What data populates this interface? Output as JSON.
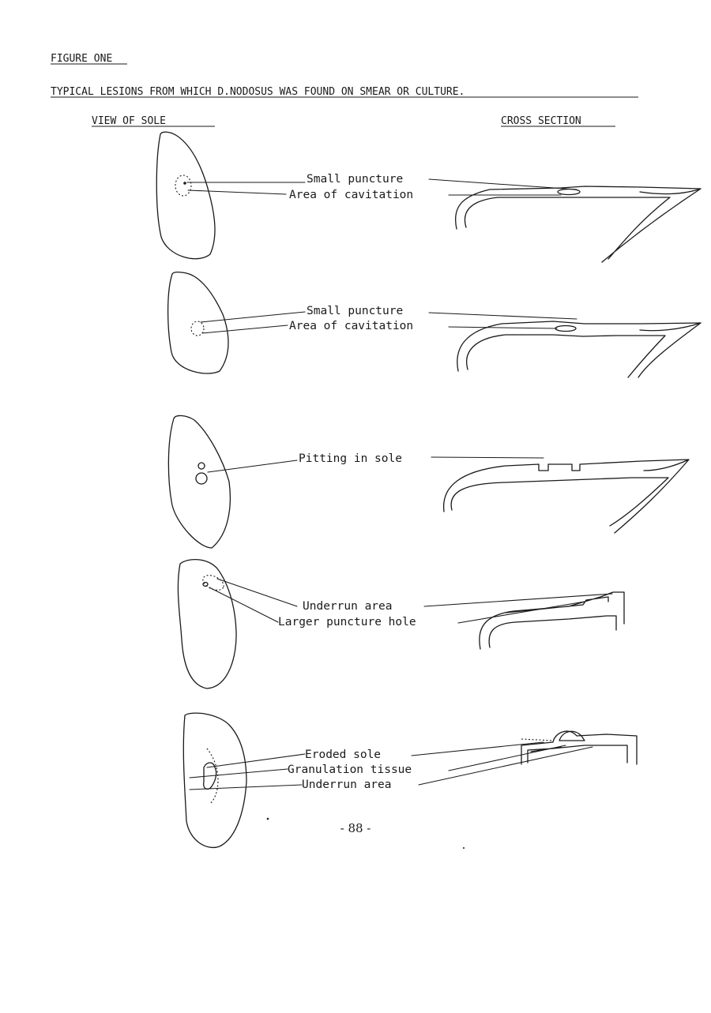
{
  "header": {
    "figure_label": "FIGURE ONE",
    "caption": "TYPICAL LESIONS FROM WHICH D.NODOSUS WAS FOUND ON SMEAR OR CULTURE.",
    "col_left": "VIEW OF SOLE",
    "col_right": "CROSS SECTION"
  },
  "panels": [
    {
      "labels": [
        "Small puncture",
        "Area of cavitation"
      ]
    },
    {
      "labels": [
        "Small puncture",
        "Area of cavitation"
      ]
    },
    {
      "labels": [
        "Pitting in sole"
      ]
    },
    {
      "labels": [
        "Underrun area",
        "Larger puncture hole"
      ]
    },
    {
      "labels": [
        "Eroded sole",
        "Granulation tissue",
        "Underrun area"
      ]
    }
  ],
  "page_number": "- 88 -"
}
